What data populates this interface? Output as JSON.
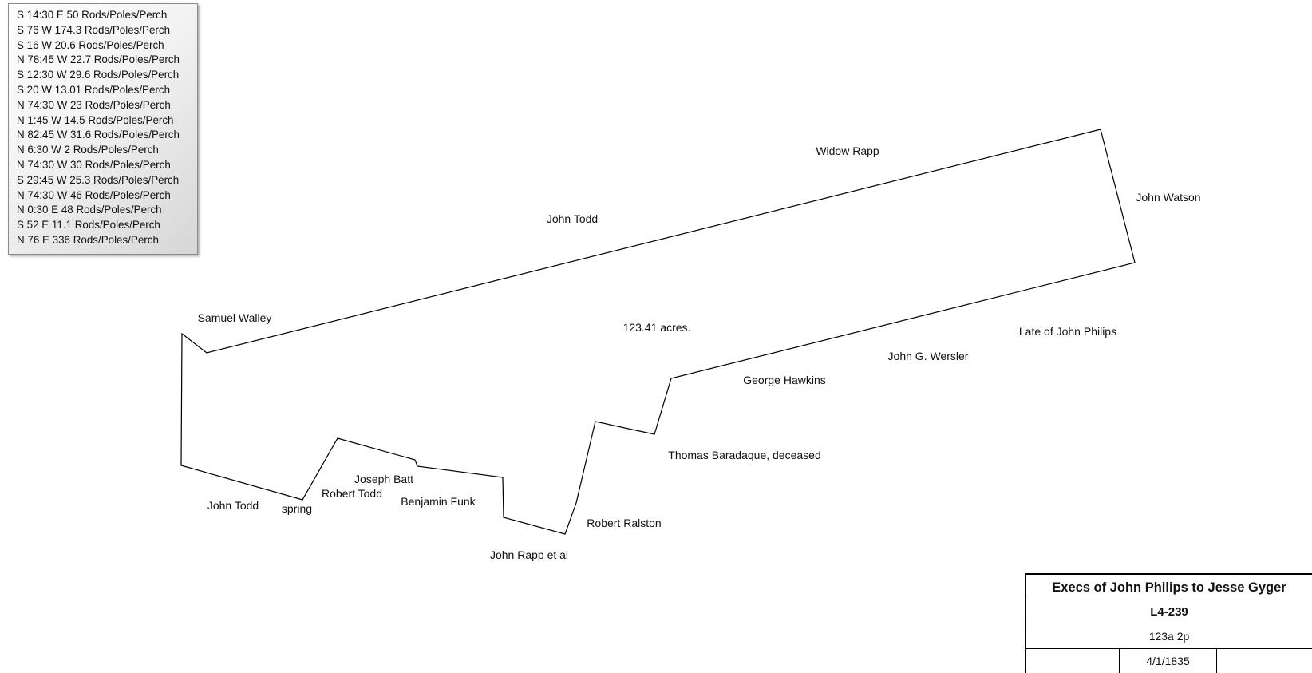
{
  "calls": [
    "S 14:30 E 50 Rods/Poles/Perch",
    "S 76 W 174.3 Rods/Poles/Perch",
    "S 16 W 20.6 Rods/Poles/Perch",
    "N 78:45 W 22.7 Rods/Poles/Perch",
    "S 12:30 W 29.6 Rods/Poles/Perch",
    "S 20 W 13.01 Rods/Poles/Perch",
    "N 74:30 W 23 Rods/Poles/Perch",
    "N 1:45 W 14.5 Rods/Poles/Perch",
    "N 82:45 W 31.6 Rods/Poles/Perch",
    "N 6:30 W 2 Rods/Poles/Perch",
    "N 74:30 W 30 Rods/Poles/Perch",
    "S 29:45 W 25.3 Rods/Poles/Perch",
    "N 74:30 W 46 Rods/Poles/Perch",
    "N 0:30 E 48 Rods/Poles/Perch",
    "S 52 E 11.1 Rods/Poles/Perch",
    "N 76 E 336 Rods/Poles/Perch"
  ],
  "labels": {
    "widow_rapp": "Widow Rapp",
    "john_watson": "John Watson",
    "john_todd_north": "John Todd",
    "samuel_walley": "Samuel Walley",
    "acreage": "123.41 acres.",
    "late_of_john_philips": "Late of John Philips",
    "john_g_wersler": "John G. Wersler",
    "george_hawkins": "George Hawkins",
    "thomas_baradaque": "Thomas Baradaque, deceased",
    "joseph_batt": "Joseph Batt",
    "robert_todd": "Robert Todd",
    "benjamin_funk": "Benjamin Funk",
    "john_todd_south": "John Todd",
    "spring": "spring",
    "robert_ralston": "Robert Ralston",
    "john_rapp_et_al": "John Rapp et al"
  },
  "title_block": {
    "title": "Execs of John Philips to Jesse Gyger",
    "deed_ref": "L4-239",
    "area": "123a 2p",
    "date_left": "",
    "date": "4/1/1835",
    "date_right": ""
  },
  "colors": {
    "outline": "#000000",
    "panel_border": "#8a8a8a"
  }
}
